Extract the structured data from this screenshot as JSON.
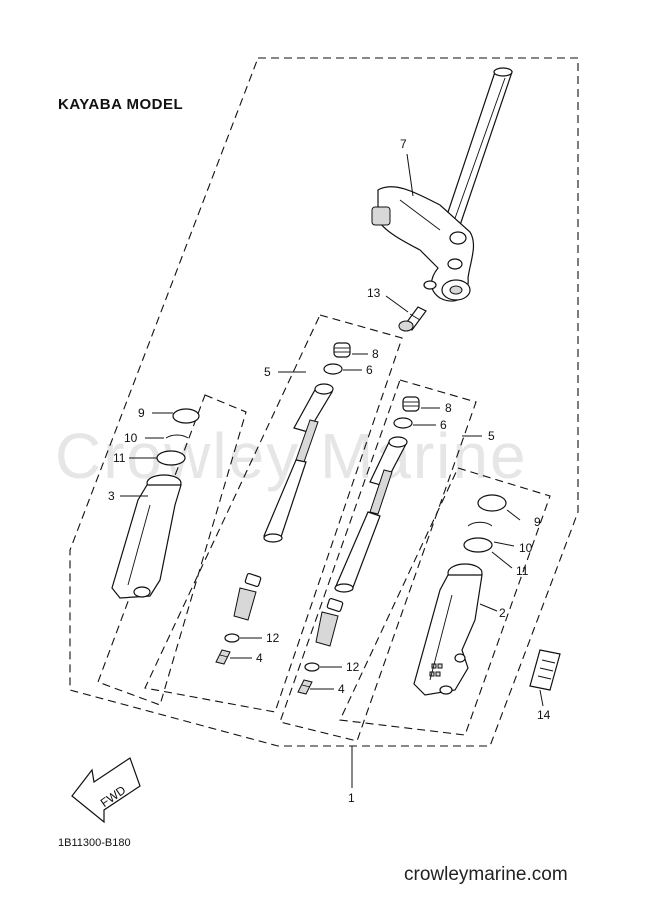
{
  "title": "KAYABA MODEL",
  "watermark": "Crowley Marine",
  "diagram_code": "1B11300-B180",
  "website": "crowleymarine.com",
  "fwd_label": "FWD",
  "callouts": {
    "c1": "1",
    "c2": "2",
    "c3": "3",
    "c4a": "4",
    "c4b": "4",
    "c5a": "5",
    "c5b": "5",
    "c6a": "6",
    "c6b": "6",
    "c7": "7",
    "c8a": "8",
    "c8b": "8",
    "c9a": "9",
    "c9b": "9",
    "c10a": "10",
    "c10b": "10",
    "c11a": "11",
    "c11b": "11",
    "c12a": "12",
    "c12b": "12",
    "c13": "13",
    "c14": "14"
  }
}
